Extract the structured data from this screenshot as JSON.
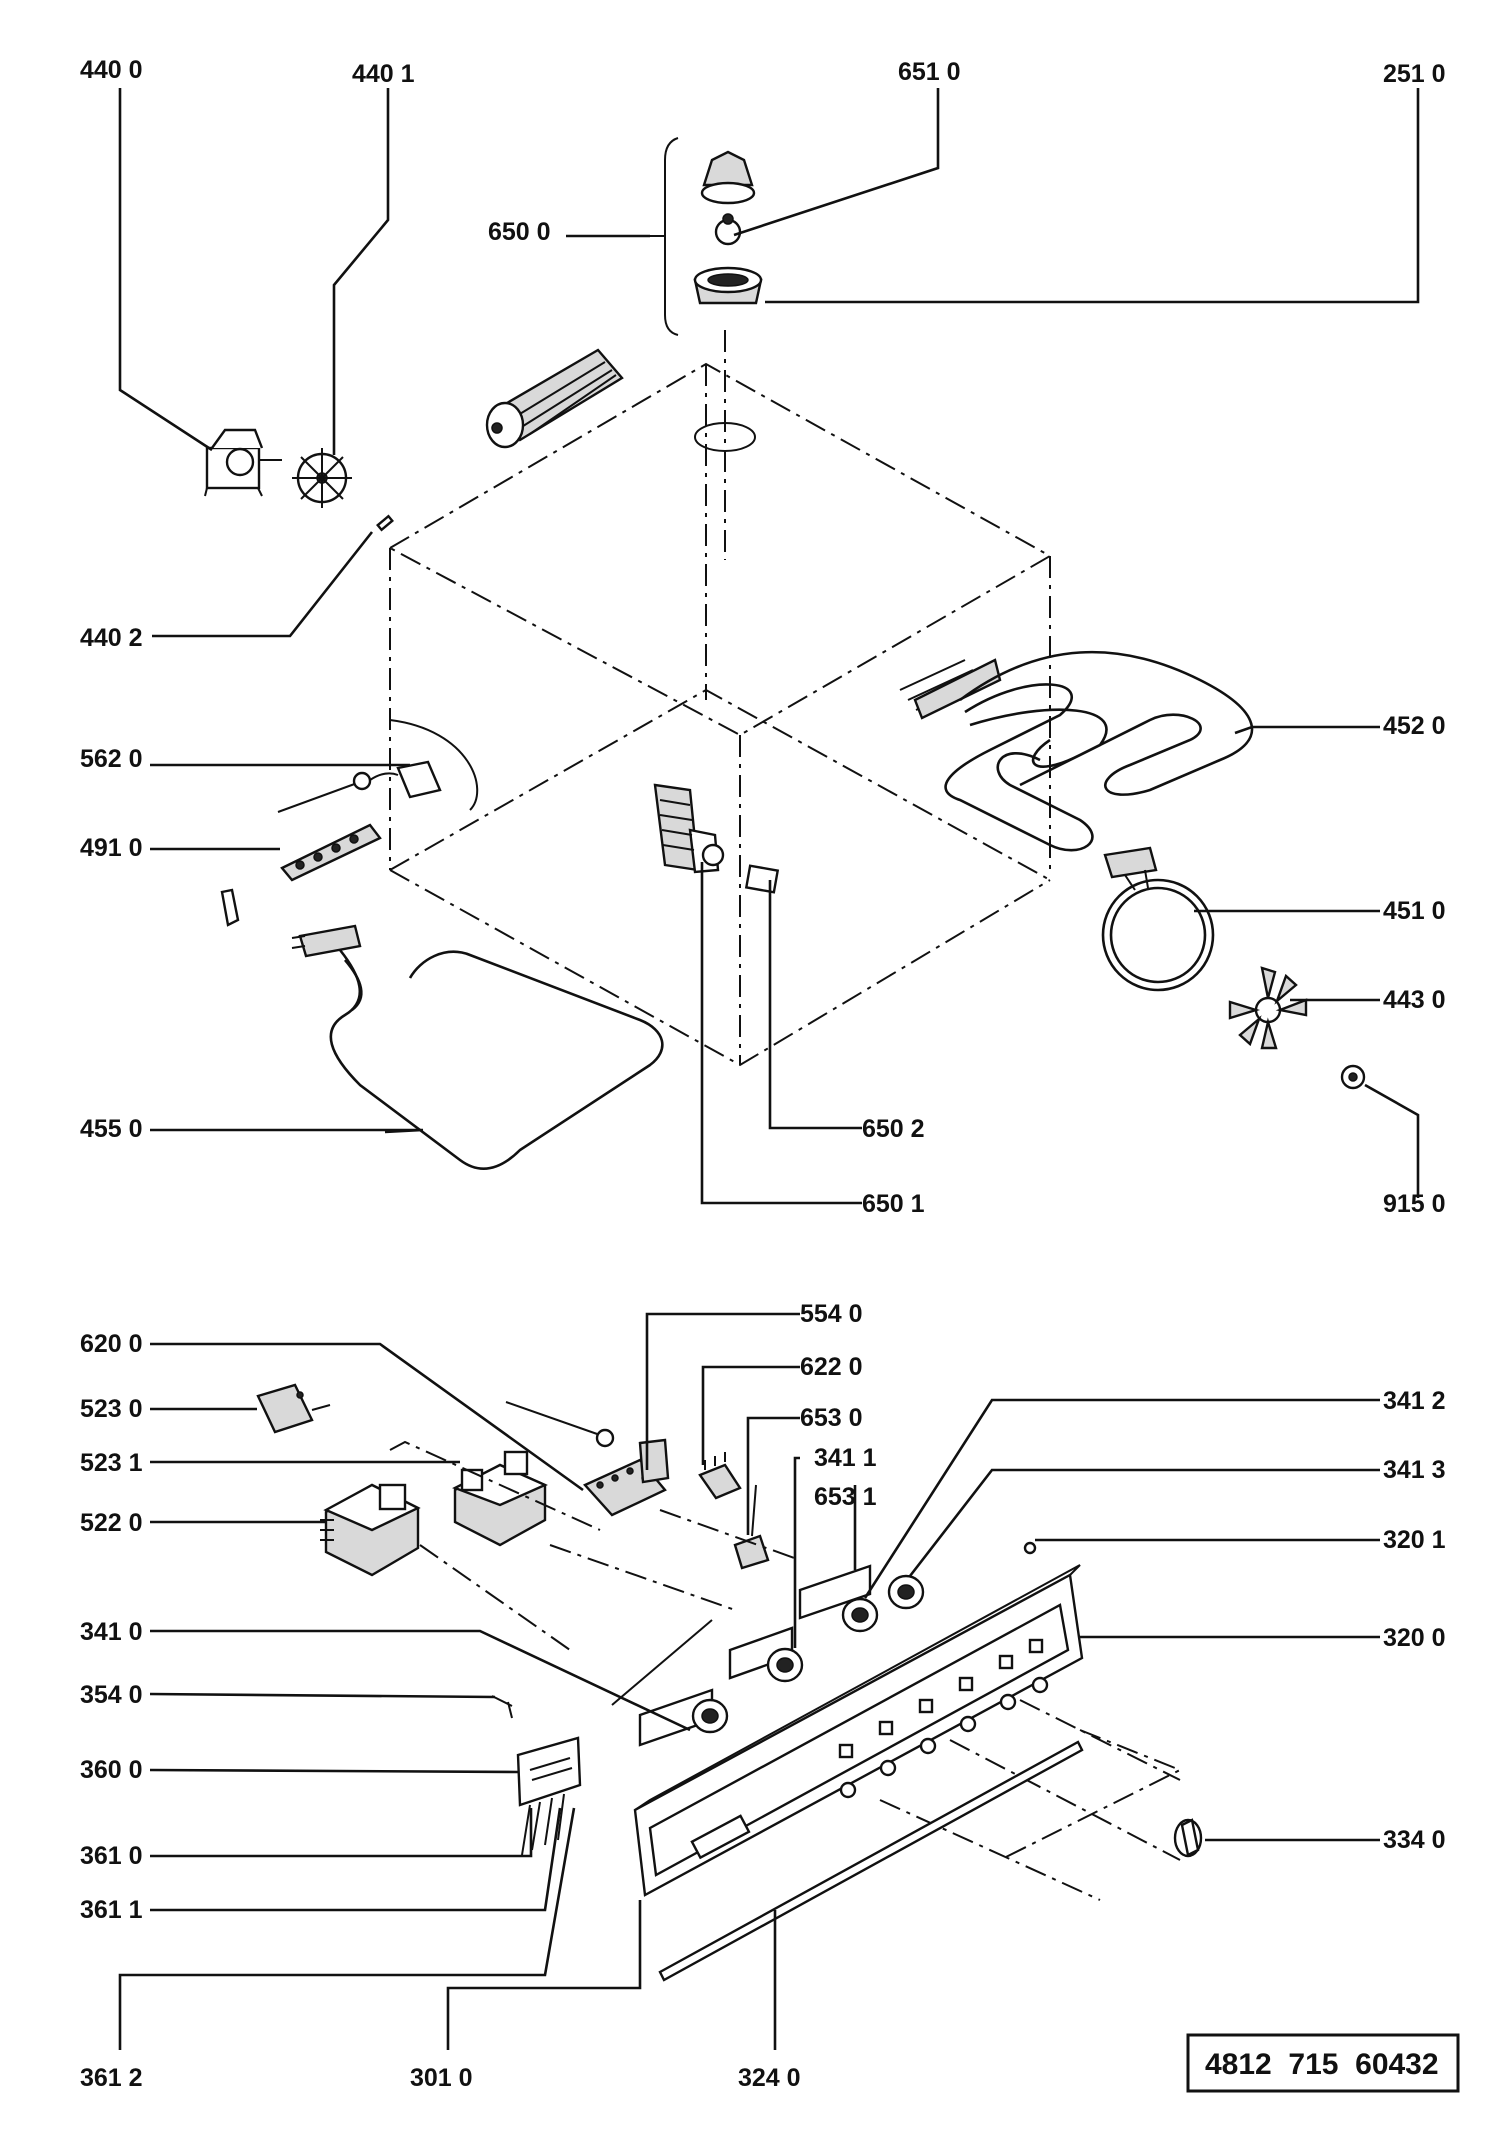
{
  "reference_number": "4812  715  60432",
  "callouts": {
    "c4400": "440 0",
    "c4401": "440 1",
    "c6510": "651 0",
    "c2510": "251 0",
    "c6500": "650 0",
    "c4402": "440 2",
    "c5620": "562 0",
    "c4910": "491 0",
    "c4520": "452 0",
    "c4510": "451 0",
    "c4430": "443 0",
    "c4550": "455 0",
    "c6502": "650 2",
    "c6501": "650 1",
    "c9150": "915 0",
    "c5540": "554 0",
    "c6200": "620 0",
    "c6220": "622 0",
    "c5230": "523 0",
    "c6530": "653 0",
    "c3412": "341 2",
    "c5231": "523 1",
    "c3411": "341 1",
    "c3413": "341 3",
    "c6531": "653 1",
    "c5220": "522 0",
    "c3201": "320 1",
    "c3410": "341 0",
    "c3200": "320 0",
    "c3540": "354 0",
    "c3600": "360 0",
    "c3340": "334 0",
    "c3610": "361 0",
    "c3611": "361 1",
    "c3612": "361 2",
    "c3010": "301 0",
    "c3240": "324 0"
  }
}
